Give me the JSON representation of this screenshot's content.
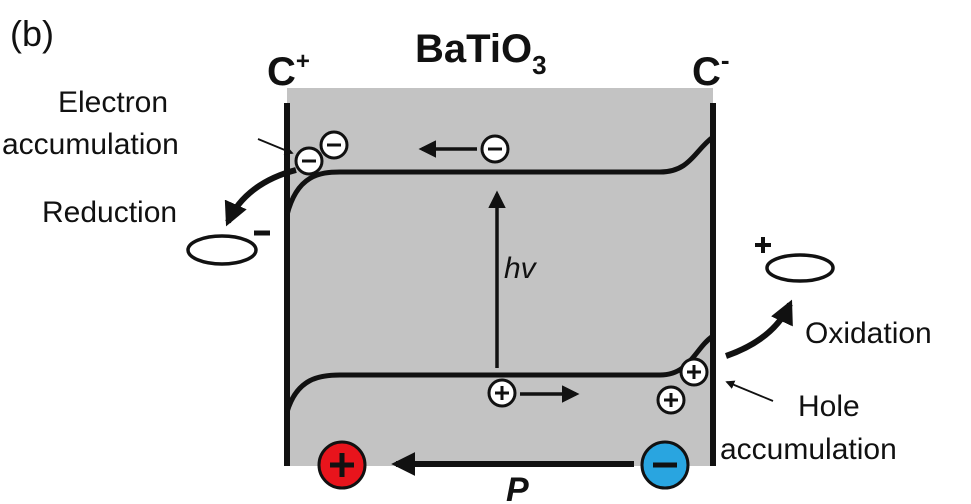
{
  "panel_label": "(b)",
  "title": {
    "main": "BaTiO",
    "sub": "3"
  },
  "electrodes": {
    "left": {
      "base": "C",
      "sup": "+"
    },
    "right": {
      "base": "C",
      "sup": "-"
    }
  },
  "labels": {
    "electron_accum_1": "Electron",
    "electron_accum_2": "accumulation",
    "reduction": "Reduction",
    "oxidation": "Oxidation",
    "hole_accum_1": "Hole",
    "hole_accum_2": "accumulation",
    "hv": "hv",
    "polarization": "P"
  },
  "symbols": {
    "minus": "−",
    "plus": "+"
  },
  "colors": {
    "bulk_fill": "#c3c3c3",
    "positive_charge": "#e8141c",
    "negative_charge": "#29a5e0",
    "line": "#111111"
  }
}
